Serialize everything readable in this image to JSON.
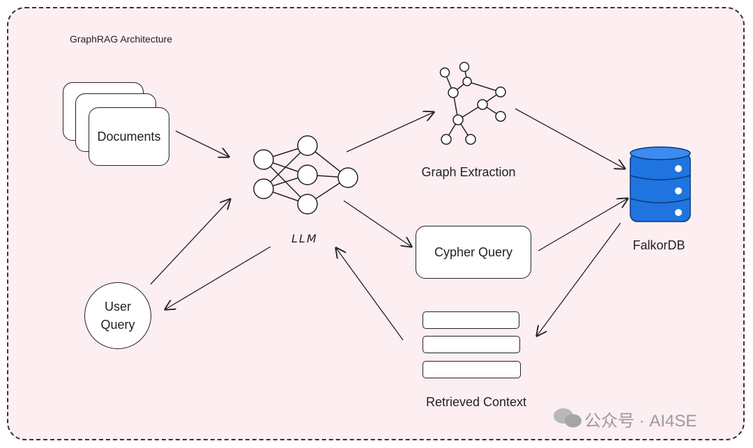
{
  "title": "GraphRAG Architecture",
  "nodes": {
    "documents": "Documents",
    "llm": "LLM",
    "graph_extraction": "Graph Extraction",
    "falkordb": "FalkorDB",
    "cypher_query": "Cypher Query",
    "user_query_line1": "User",
    "user_query_line2": "Query",
    "retrieved_context": "Retrieved Context"
  },
  "watermark": "公众号 · AI4SE",
  "colors": {
    "background": "#fdeef1",
    "database_blue": "#1f74e0",
    "stroke": "#222222"
  }
}
